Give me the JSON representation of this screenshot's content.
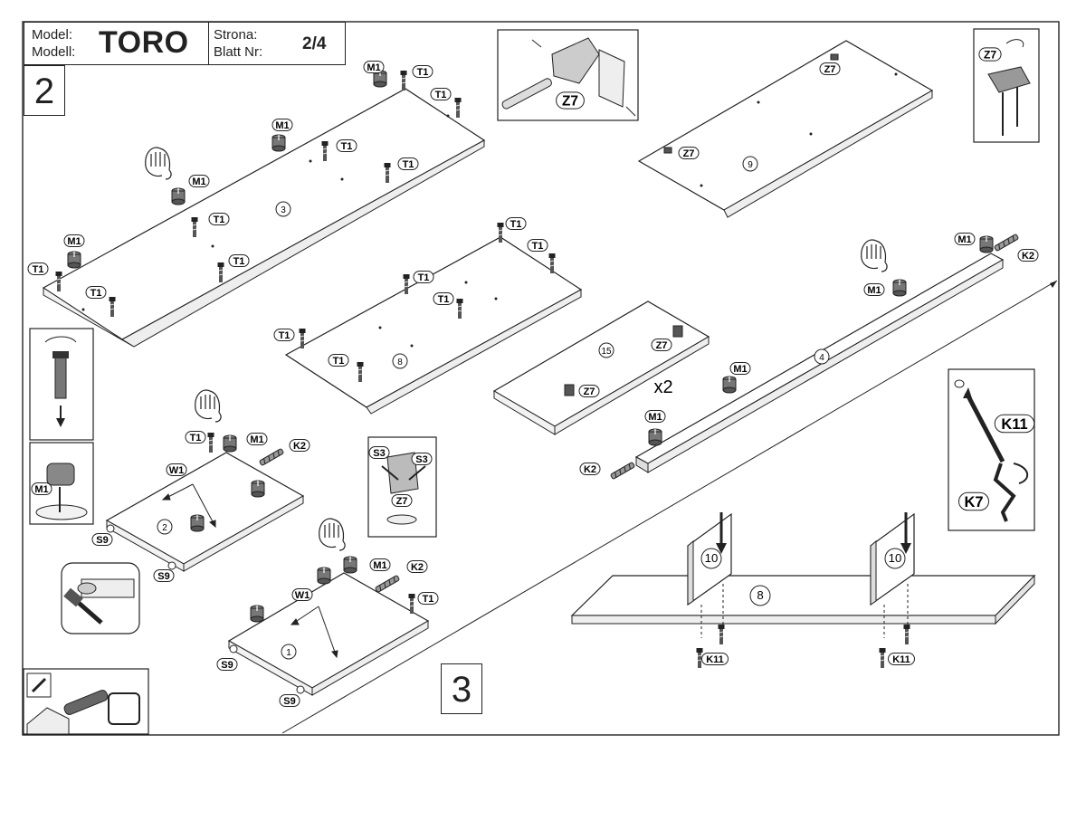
{
  "header": {
    "model_label_pl": "Model:",
    "model_label_de": "Modell:",
    "model_name": "TORO",
    "sheet_label_pl": "Strona:",
    "sheet_label_de": "Blatt Nr:",
    "sheet_value": "2/4"
  },
  "steps": {
    "step_a": "2",
    "step_b": "3"
  },
  "parts": {
    "panel_1": "1",
    "panel_2": "2",
    "panel_3": "3",
    "panel_4": "4",
    "panel_8": "8",
    "panel_9": "9",
    "panel_10": "10",
    "panel_15": "15"
  },
  "fittings": {
    "t1": "T1",
    "m1": "M1",
    "k2": "K2",
    "w1": "W1",
    "s9": "S9",
    "s3": "S3",
    "z7": "Z7",
    "k11": "K11",
    "k7": "K7"
  },
  "quantity": "x2",
  "colors": {
    "line": "#222222",
    "panel_fill": "#ffffff",
    "fitting_fill": "#555555"
  }
}
